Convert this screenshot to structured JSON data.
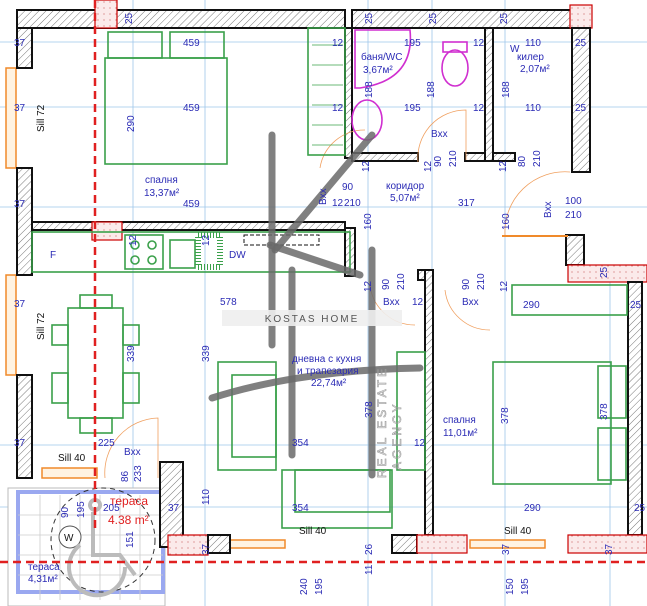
{
  "colors": {
    "walls": "#111111",
    "furniture": "#3aa04a",
    "dimensions": "#2b2bb5",
    "axis_line": "#e02020",
    "bathroom_fixtures": "#d02fd0",
    "windows": "#f08a2a",
    "logo": "#6a6a6a"
  },
  "rooms": {
    "bedroom1": {
      "name": "спалня",
      "area": "13,37м²"
    },
    "bathroom": {
      "name": "баня/WC",
      "area": "3,67м²"
    },
    "closet": {
      "name": "килер",
      "area": "2,07м²"
    },
    "corridor": {
      "name": "коридор",
      "area": "5,07м²"
    },
    "living": {
      "name_line1": "дневна с кухня",
      "name_line2": "и трапезария",
      "area": "22,74м²"
    },
    "bedroom2": {
      "name": "спалня",
      "area": "11,01м²"
    },
    "terrace_new": {
      "name": "тераса",
      "area": "4.38 m²"
    },
    "terrace_old": {
      "name": "тераса",
      "area": "4,31м²"
    }
  },
  "appliances": {
    "fridge": "F",
    "dishwasher": "DW",
    "washer_closet": "W",
    "washer_terrace": "W"
  },
  "logo": {
    "brand": "KOSTAS HOME",
    "line1": "REAL ESTATE",
    "line2": "AGENCY"
  },
  "dimensions": [
    "37",
    "37",
    "37",
    "Sill 72",
    "459",
    "459",
    "459",
    "290",
    "25",
    "25",
    "25",
    "25",
    "12",
    "12",
    "195",
    "195",
    "188",
    "188",
    "12",
    "12",
    "110",
    "110",
    "188",
    "25",
    "25",
    "Bxx",
    "90",
    "210",
    "12",
    "12",
    "12",
    "80",
    "210",
    "90",
    "12",
    "210",
    "317",
    "100",
    "210",
    "Bxx",
    "Bxx",
    "160",
    "160",
    "25",
    "12",
    "12",
    "578",
    "90",
    "210",
    "90",
    "210",
    "12",
    "12",
    "Bxx",
    "Bxx",
    "12",
    "290",
    "25",
    "37",
    "Sill 72",
    "339",
    "339",
    "378",
    "378",
    "378",
    "12",
    "37",
    "225",
    "Sill 40",
    "Bxx",
    "354",
    "86",
    "233",
    "354",
    "Sill 40",
    "37",
    "110",
    "290",
    "Sill 40",
    "25",
    "205",
    "195",
    "90",
    "151",
    "37",
    "26",
    "11",
    "37",
    "37",
    "240",
    "195",
    "150",
    "195"
  ]
}
